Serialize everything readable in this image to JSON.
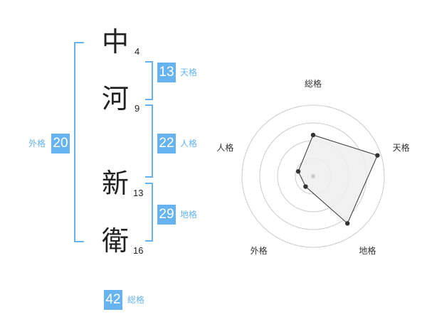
{
  "name": {
    "characters": [
      {
        "char": "中",
        "strokes": "4"
      },
      {
        "char": "河",
        "strokes": "9"
      },
      {
        "char": "新",
        "strokes": "13"
      },
      {
        "char": "衛",
        "strokes": "16"
      }
    ]
  },
  "fortunes": {
    "tenkaku": {
      "value": "13",
      "label": "天格"
    },
    "jinkaku": {
      "value": "22",
      "label": "人格"
    },
    "chikaku": {
      "value": "29",
      "label": "地格"
    },
    "gaikaku": {
      "value": "20",
      "label": "外格"
    },
    "soukaku": {
      "value": "42",
      "label": "総格"
    }
  },
  "colors": {
    "accent": "#66b3f0",
    "text": "#222222",
    "radar_fill": "#eeeeee",
    "radar_stroke": "#333333",
    "grid": "#cccccc"
  },
  "chart_data": {
    "type": "radar",
    "axes": [
      "総格",
      "天格",
      "地格",
      "外格",
      "人格"
    ],
    "values": [
      2.9,
      4.75,
      4.1,
      0.9,
      1.1
    ],
    "max": 5,
    "rings": 4
  }
}
